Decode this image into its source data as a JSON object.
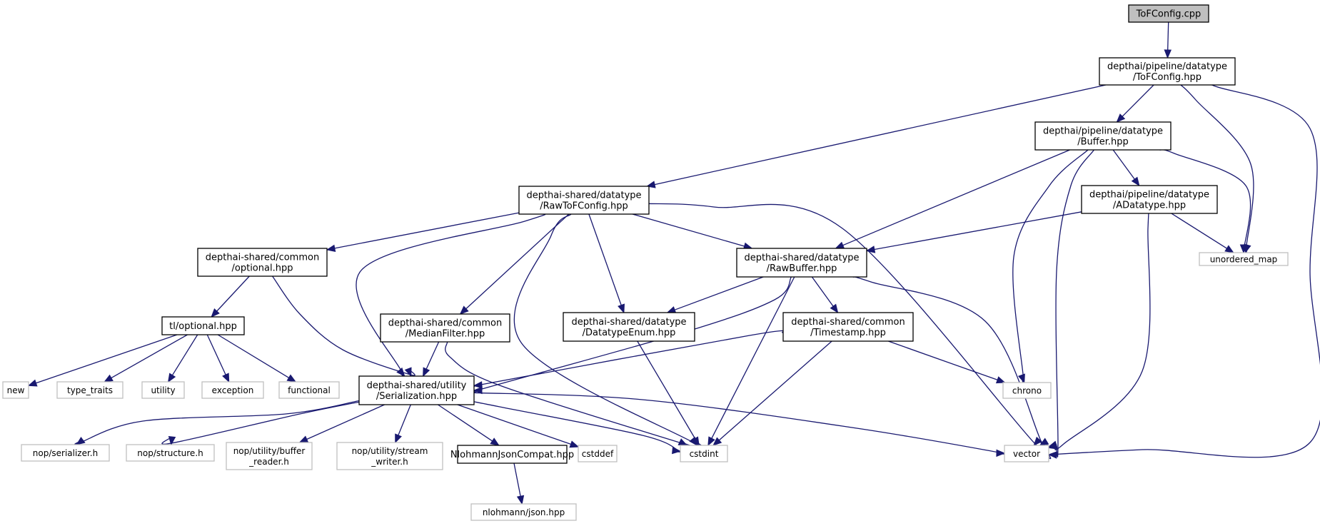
{
  "title": "ToFConfig.cpp include dependency graph",
  "colors": {
    "edge": "#191970",
    "root_fill": "#bfbfbf",
    "external_border": "#bfbfbf",
    "node_border": "#000000"
  },
  "nodes": [
    {
      "id": "root",
      "lines": [
        "ToFConfig.cpp"
      ],
      "kind": "root"
    },
    {
      "id": "tofconfig_hpp",
      "lines": [
        "depthai/pipeline/datatype",
        "/ToFConfig.hpp"
      ],
      "kind": "local"
    },
    {
      "id": "buffer_hpp",
      "lines": [
        "depthai/pipeline/datatype",
        "/Buffer.hpp"
      ],
      "kind": "local"
    },
    {
      "id": "rawtofconfig_hpp",
      "lines": [
        "depthai-shared/datatype",
        "/RawToFConfig.hpp"
      ],
      "kind": "local"
    },
    {
      "id": "adatatype_hpp",
      "lines": [
        "depthai/pipeline/datatype",
        "/ADatatype.hpp"
      ],
      "kind": "local"
    },
    {
      "id": "unordered_map",
      "lines": [
        "unordered_map"
      ],
      "kind": "external"
    },
    {
      "id": "optional_hpp",
      "lines": [
        "depthai-shared/common",
        "/optional.hpp"
      ],
      "kind": "local"
    },
    {
      "id": "rawbuffer_hpp",
      "lines": [
        "depthai-shared/datatype",
        "/RawBuffer.hpp"
      ],
      "kind": "local"
    },
    {
      "id": "tl_optional_hpp",
      "lines": [
        "tl/optional.hpp"
      ],
      "kind": "local"
    },
    {
      "id": "medianfilter_hpp",
      "lines": [
        "depthai-shared/common",
        "/MedianFilter.hpp"
      ],
      "kind": "local"
    },
    {
      "id": "datatypeenum_hpp",
      "lines": [
        "depthai-shared/datatype",
        "/DatatypeEnum.hpp"
      ],
      "kind": "local"
    },
    {
      "id": "timestamp_hpp",
      "lines": [
        "depthai-shared/common",
        "/Timestamp.hpp"
      ],
      "kind": "local"
    },
    {
      "id": "new",
      "lines": [
        "new"
      ],
      "kind": "external"
    },
    {
      "id": "type_traits",
      "lines": [
        "type_traits"
      ],
      "kind": "external"
    },
    {
      "id": "utility",
      "lines": [
        "utility"
      ],
      "kind": "external"
    },
    {
      "id": "exception",
      "lines": [
        "exception"
      ],
      "kind": "external"
    },
    {
      "id": "functional",
      "lines": [
        "functional"
      ],
      "kind": "external"
    },
    {
      "id": "serialization_hpp",
      "lines": [
        "depthai-shared/utility",
        "/Serialization.hpp"
      ],
      "kind": "local"
    },
    {
      "id": "chrono",
      "lines": [
        "chrono"
      ],
      "kind": "external"
    },
    {
      "id": "nop_serializer",
      "lines": [
        "nop/serializer.h"
      ],
      "kind": "external"
    },
    {
      "id": "nop_structure",
      "lines": [
        "nop/structure.h"
      ],
      "kind": "external"
    },
    {
      "id": "nop_buffer_reader",
      "lines": [
        "nop/utility/buffer",
        "_reader.h"
      ],
      "kind": "external"
    },
    {
      "id": "nop_stream_writer",
      "lines": [
        "nop/utility/stream",
        "_writer.h"
      ],
      "kind": "external"
    },
    {
      "id": "nlohmannjsoncompat_hpp",
      "lines": [
        "NlohmannJsonCompat.hpp"
      ],
      "kind": "local"
    },
    {
      "id": "cstddef",
      "lines": [
        "cstddef"
      ],
      "kind": "external"
    },
    {
      "id": "cstdint",
      "lines": [
        "cstdint"
      ],
      "kind": "external"
    },
    {
      "id": "vector",
      "lines": [
        "vector"
      ],
      "kind": "external"
    },
    {
      "id": "nlohmann_json_hpp",
      "lines": [
        "nlohmann/json.hpp"
      ],
      "kind": "external"
    }
  ],
  "edges": [
    [
      "root",
      "tofconfig_hpp"
    ],
    [
      "tofconfig_hpp",
      "buffer_hpp"
    ],
    [
      "tofconfig_hpp",
      "rawtofconfig_hpp"
    ],
    [
      "tofconfig_hpp",
      "unordered_map"
    ],
    [
      "tofconfig_hpp",
      "vector"
    ],
    [
      "buffer_hpp",
      "adatatype_hpp"
    ],
    [
      "buffer_hpp",
      "rawbuffer_hpp"
    ],
    [
      "buffer_hpp",
      "unordered_map"
    ],
    [
      "buffer_hpp",
      "chrono"
    ],
    [
      "buffer_hpp",
      "vector"
    ],
    [
      "adatatype_hpp",
      "rawbuffer_hpp"
    ],
    [
      "adatatype_hpp",
      "unordered_map"
    ],
    [
      "adatatype_hpp",
      "vector"
    ],
    [
      "rawtofconfig_hpp",
      "optional_hpp"
    ],
    [
      "rawtofconfig_hpp",
      "serialization_hpp"
    ],
    [
      "rawtofconfig_hpp",
      "medianfilter_hpp"
    ],
    [
      "rawtofconfig_hpp",
      "cstdint"
    ],
    [
      "rawtofconfig_hpp",
      "datatypeenum_hpp"
    ],
    [
      "rawtofconfig_hpp",
      "rawbuffer_hpp"
    ],
    [
      "rawtofconfig_hpp",
      "vector"
    ],
    [
      "optional_hpp",
      "tl_optional_hpp"
    ],
    [
      "optional_hpp",
      "serialization_hpp"
    ],
    [
      "tl_optional_hpp",
      "new"
    ],
    [
      "tl_optional_hpp",
      "type_traits"
    ],
    [
      "tl_optional_hpp",
      "utility"
    ],
    [
      "tl_optional_hpp",
      "exception"
    ],
    [
      "tl_optional_hpp",
      "functional"
    ],
    [
      "medianfilter_hpp",
      "serialization_hpp"
    ],
    [
      "medianfilter_hpp",
      "cstdint"
    ],
    [
      "datatypeenum_hpp",
      "cstdint"
    ],
    [
      "rawbuffer_hpp",
      "datatypeenum_hpp"
    ],
    [
      "rawbuffer_hpp",
      "timestamp_hpp"
    ],
    [
      "rawbuffer_hpp",
      "serialization_hpp"
    ],
    [
      "rawbuffer_hpp",
      "cstdint"
    ],
    [
      "rawbuffer_hpp",
      "vector"
    ],
    [
      "timestamp_hpp",
      "serialization_hpp"
    ],
    [
      "timestamp_hpp",
      "chrono"
    ],
    [
      "timestamp_hpp",
      "cstdint"
    ],
    [
      "serialization_hpp",
      "nop_serializer"
    ],
    [
      "serialization_hpp",
      "nop_structure"
    ],
    [
      "serialization_hpp",
      "nop_buffer_reader"
    ],
    [
      "serialization_hpp",
      "nop_stream_writer"
    ],
    [
      "serialization_hpp",
      "nlohmannjsoncompat_hpp"
    ],
    [
      "serialization_hpp",
      "cstddef"
    ],
    [
      "serialization_hpp",
      "cstdint"
    ],
    [
      "serialization_hpp",
      "vector"
    ],
    [
      "nlohmannjsoncompat_hpp",
      "nlohmann_json_hpp"
    ]
  ]
}
